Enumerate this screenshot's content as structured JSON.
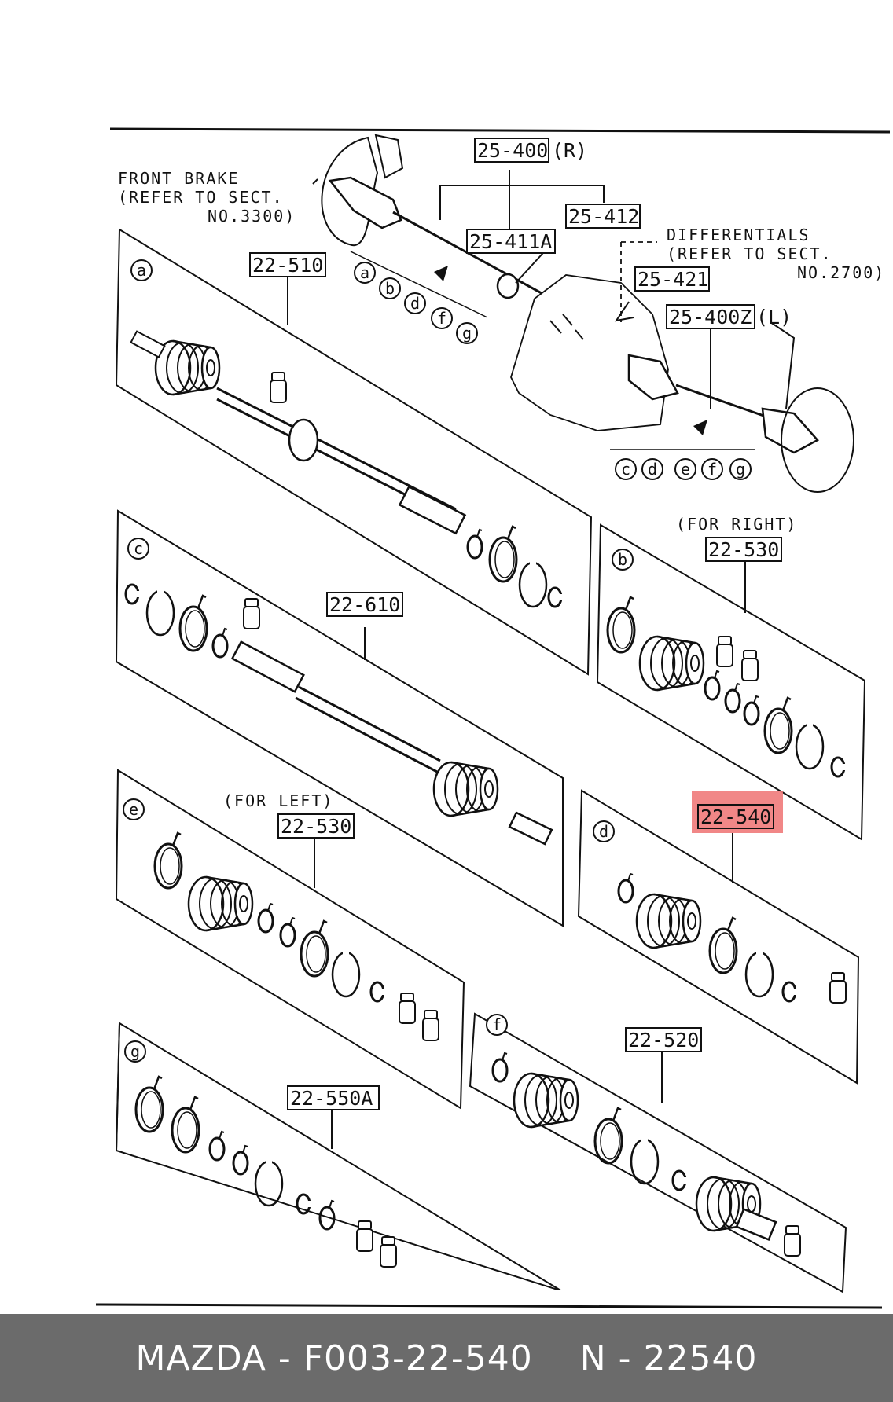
{
  "notes": {
    "front_brake_1": "FRONT BRAKE",
    "front_brake_2": "(REFER TO SECT.",
    "front_brake_3": "NO.3300)",
    "diff_1": "DIFFERENTIALS",
    "diff_2": "(REFER TO SECT.",
    "diff_3": "NO.2700)",
    "for_right": "(FOR RIGHT)",
    "for_left": "(FOR LEFT)"
  },
  "part_numbers": {
    "p25_400": "25-400",
    "p25_400_suffix": "(R)",
    "p25_412": "25-412",
    "p25_411A": "25-411A",
    "p25_421": "25-421",
    "p25_400Z": "25-400Z",
    "p25_400Z_suffix": "(L)",
    "p22_510": "22-510",
    "p22_530_right": "22-530",
    "p22_610": "22-610",
    "p22_530_left": "22-530",
    "p22_540": "22-540",
    "p22_520": "22-520",
    "p22_550A": "22-550A"
  },
  "kit_letters": {
    "a": "a",
    "b": "b",
    "c": "c",
    "d": "d",
    "e": "e",
    "f": "f",
    "g": "g"
  },
  "highlight_color": "#f07a7a",
  "footer": {
    "left": "MAZDA - F003-22-540",
    "right": "N - 22540"
  }
}
